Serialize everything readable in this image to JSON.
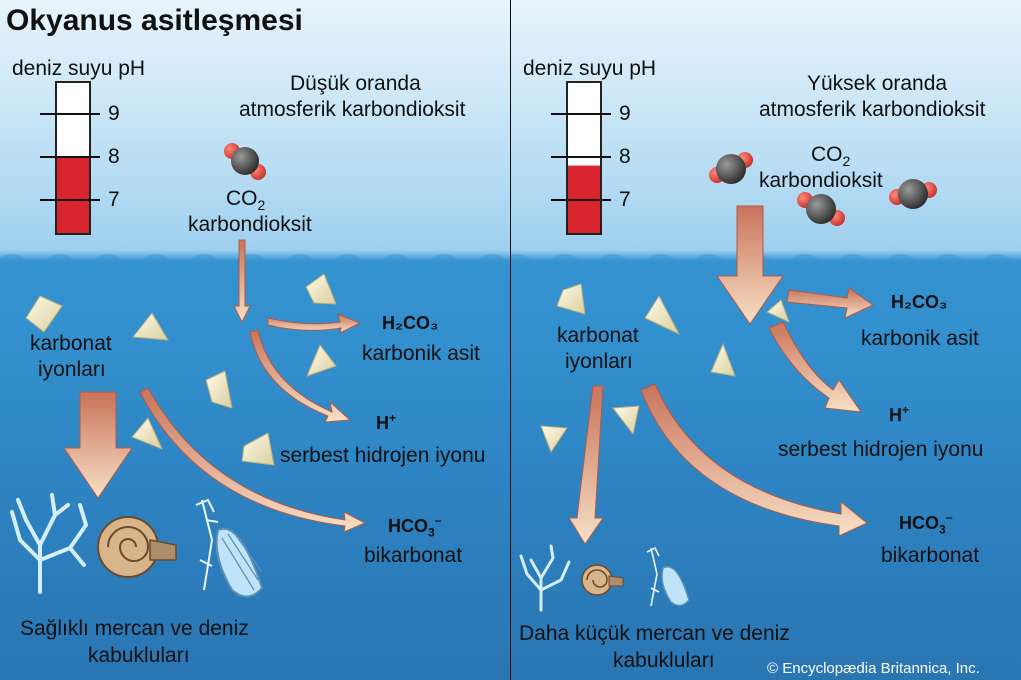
{
  "title": "Okyanus asitleşmesi",
  "credit": "© Encyclopædia Britannica, Inc.",
  "colors": {
    "thermometer_fill": "#d7242f",
    "sky": "#c4e3f6",
    "ocean": "#1e67a8",
    "arrow": "#e0a58a"
  },
  "left": {
    "ph_label": "deniz suyu pH",
    "ph_ticks": [
      "9",
      "8",
      "7"
    ],
    "ph_level": 8,
    "atmosphere_label_line1": "Düşük oranda",
    "atmosphere_label_line2": "atmosferik karbondioksit",
    "co2_formula": "CO",
    "co2_subscript": "2",
    "co2_name": "karbondioksit",
    "carbonate_line1": "karbonat",
    "carbonate_line2": "iyonları",
    "acid_formula": "H₂CO₃",
    "acid_name": "karbonik asit",
    "hydrogen_formula": "H",
    "hydrogen_superscript": "+",
    "hydrogen_name": "serbest hidrojen iyonu",
    "bicarbonate_formula": "HCO",
    "bicarbonate_subscript": "3",
    "bicarbonate_superscript": "−",
    "bicarbonate_name": "bikarbonat",
    "result_line1": "Sağlıklı mercan ve deniz",
    "result_line2": "kabukluları"
  },
  "right": {
    "ph_label": "deniz suyu pH",
    "ph_ticks": [
      "9",
      "8",
      "7"
    ],
    "ph_level": 7.8,
    "atmosphere_label_line1": "Yüksek oranda",
    "atmosphere_label_line2": "atmosferik karbondioksit",
    "co2_formula": "CO",
    "co2_subscript": "2",
    "co2_name": "karbondioksit",
    "carbonate_line1": "karbonat",
    "carbonate_line2": "iyonları",
    "acid_formula": "H₂CO₃",
    "acid_name": "karbonik asit",
    "hydrogen_formula": "H",
    "hydrogen_superscript": "+",
    "hydrogen_name": "serbest hidrojen iyonu",
    "bicarbonate_formula": "HCO",
    "bicarbonate_subscript": "3",
    "bicarbonate_superscript": "−",
    "bicarbonate_name": "bikarbonat",
    "result_line1": "Daha küçük mercan ve deniz",
    "result_line2": "kabukluları"
  }
}
